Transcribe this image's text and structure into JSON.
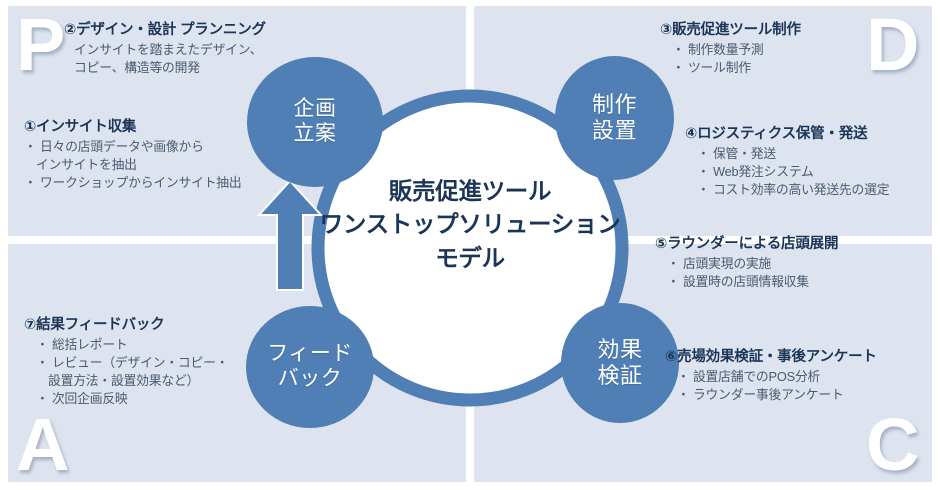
{
  "diagram": {
    "center_title_lines": [
      "販売促進ツール",
      "ワンストップソリューション",
      "モデル"
    ],
    "quadrants": [
      {
        "key": "P",
        "letter": "P"
      },
      {
        "key": "D",
        "letter": "D"
      },
      {
        "key": "A",
        "letter": "A"
      },
      {
        "key": "C",
        "letter": "C"
      }
    ],
    "nodes": [
      {
        "id": "plan",
        "lines": [
          "企画",
          "立案"
        ]
      },
      {
        "id": "do",
        "lines": [
          "制作",
          "設置"
        ]
      },
      {
        "id": "act",
        "lines": [
          "フィード",
          "バック"
        ]
      },
      {
        "id": "check",
        "lines": [
          "効果",
          "検証"
        ]
      }
    ],
    "blocks": [
      {
        "id": "item2",
        "heading": "②デザイン・設計 プランニング",
        "bulleted": false,
        "items": [
          "インサイトを踏まえたデザイン、",
          "コピー、構造等の開発"
        ]
      },
      {
        "id": "item1",
        "heading": "①インサイト収集",
        "bulleted": true,
        "items": [
          "・ 日々の店頭データや画像から",
          "インサイトを抽出",
          "・ ワークショップからインサイト抽出"
        ]
      },
      {
        "id": "item3",
        "heading": "③販売促進ツール制作",
        "bulleted": true,
        "items": [
          "・ 制作数量予測",
          "・ ツール制作"
        ]
      },
      {
        "id": "item4",
        "heading": "④ロジスティクス保管・発送",
        "bulleted": true,
        "items": [
          "・ 保管・発送",
          "・ Web発注システム",
          "・ コスト効率の高い発送先の選定"
        ]
      },
      {
        "id": "item5",
        "heading": "⑤ラウンダーによる店頭展開",
        "bulleted": true,
        "items": [
          "・ 店頭実現の実施",
          "・ 設置時の店頭情報収集"
        ]
      },
      {
        "id": "item6",
        "heading": "⑥売場効果検証・事後アンケート",
        "bulleted": true,
        "items": [
          "・ 設置店舗でのPOS分析",
          "・ ラウンダー事後アンケート"
        ]
      },
      {
        "id": "item7",
        "heading": "⑦結果フィードバック",
        "bulleted": true,
        "items": [
          "・ 総括レポート",
          "・ レビュー（デザイン・コピー・",
          "設置方法・設置効果など）",
          "・ 次回企画反映"
        ]
      }
    ],
    "colors": {
      "panel_background": "#dde4ef",
      "node_fill": "#4f7fb5",
      "ring_stroke": "#4f7fb5",
      "ring_inner": "#ffffff",
      "heading_text": "#1b3557",
      "body_text": "#4a5a70",
      "letter_text": "#ffffff"
    }
  }
}
